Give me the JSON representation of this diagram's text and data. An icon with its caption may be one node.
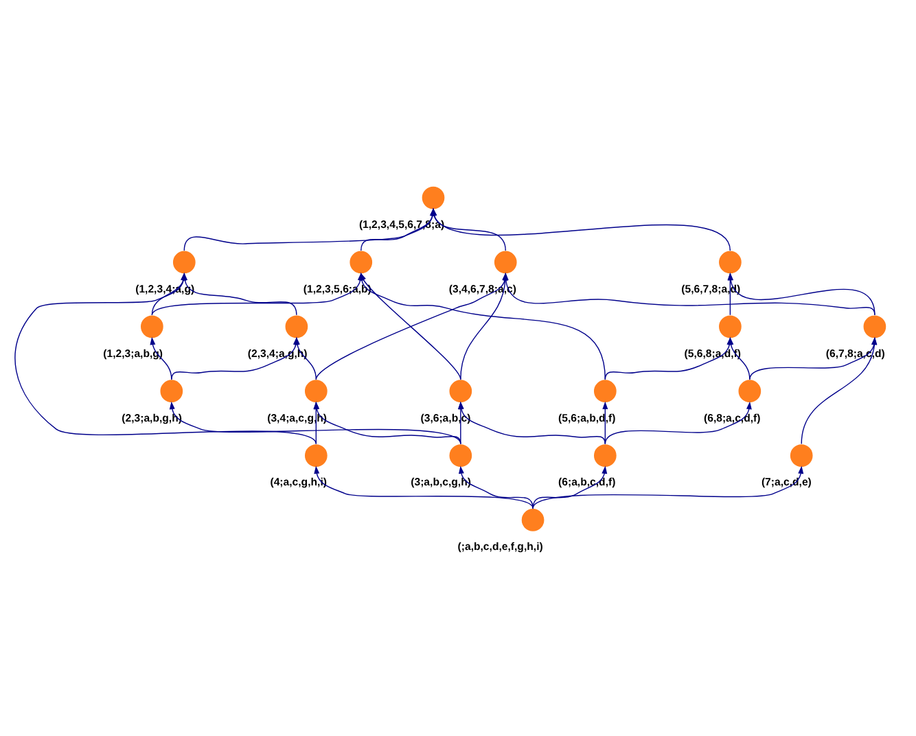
{
  "diagram": {
    "nodes": [
      {
        "text": [],
        "shape": "circle",
        "beside": [
          "(1,2,3,4,5,6,7,8;a)"
        ]
      },
      {
        "text": [],
        "shape": "circle",
        "beside": [
          "(1,2,3,4;a,g)"
        ]
      },
      {
        "text": [],
        "shape": "circle",
        "beside": [
          "(1,2,3,5,6;a,b)"
        ]
      },
      {
        "text": [],
        "shape": "circle",
        "beside": [
          "(3,4,6,7,8;a,c)"
        ]
      },
      {
        "text": [],
        "shape": "circle",
        "beside": [
          "(5,6,7,8;a,d)"
        ]
      },
      {
        "text": [],
        "shape": "circle",
        "beside": [
          "(1,2,3;a,b,g)"
        ]
      },
      {
        "text": [],
        "shape": "circle",
        "beside": [
          "(2,3,4;a,g,h)"
        ]
      },
      {
        "text": [],
        "shape": "circle",
        "beside": [
          "(5,6,8;a,d,f)"
        ]
      },
      {
        "text": [],
        "shape": "circle",
        "beside": [
          "(6,7,8;a,c,d)"
        ]
      },
      {
        "text": [],
        "shape": "circle",
        "beside": [
          "(2,3;a,b,g,h)"
        ]
      },
      {
        "text": [],
        "shape": "circle",
        "beside": [
          "(3,4;a,c,g,h)"
        ]
      },
      {
        "text": [],
        "shape": "circle",
        "beside": [
          "(5,6;a,b,d,f)"
        ]
      },
      {
        "text": [],
        "shape": "circle",
        "beside": [
          "(3,6;a,b,c)"
        ]
      },
      {
        "text": [],
        "shape": "circle",
        "beside": [
          "(6,8;a,c,d,f)"
        ]
      },
      {
        "text": [],
        "shape": "circle",
        "beside": [
          "(4;a,c,g,h,i)"
        ]
      },
      {
        "text": [],
        "shape": "circle",
        "beside": [
          "(3;a,b,c,g,h)"
        ]
      },
      {
        "text": [],
        "shape": "circle",
        "beside": [
          "(6;a,b,c,d,f)"
        ]
      },
      {
        "text": [],
        "shape": "circle",
        "beside": [
          "(7;a,c,d,e)"
        ]
      },
      {
        "text": [],
        "shape": "circle",
        "beside": [
          "(;a,b,c,d,e,f,g,h,i)"
        ]
      }
    ],
    "edges": [
      {
        "from": 1,
        "to": 0,
        "arrow": "to"
      },
      {
        "from": 2,
        "to": 0,
        "arrow": "to"
      },
      {
        "from": 3,
        "to": 0,
        "arrow": "to"
      },
      {
        "from": 4,
        "to": 0,
        "arrow": "to"
      },
      {
        "from": 5,
        "to": 1,
        "arrow": "to"
      },
      {
        "from": 6,
        "to": 1,
        "arrow": "to"
      },
      {
        "from": 14,
        "to": 1,
        "arrow": "to"
      },
      {
        "from": 5,
        "to": 2,
        "arrow": "to"
      },
      {
        "from": 11,
        "to": 2,
        "arrow": "to"
      },
      {
        "from": 12,
        "to": 2,
        "arrow": "to"
      },
      {
        "from": 10,
        "to": 3,
        "arrow": "to"
      },
      {
        "from": 12,
        "to": 3,
        "arrow": "to"
      },
      {
        "from": 8,
        "to": 3,
        "arrow": "to"
      },
      {
        "from": 7,
        "to": 4,
        "arrow": "to"
      },
      {
        "from": 8,
        "to": 4,
        "arrow": "to"
      },
      {
        "from": 9,
        "to": 5,
        "arrow": "to"
      },
      {
        "from": 9,
        "to": 6,
        "arrow": "to"
      },
      {
        "from": 10,
        "to": 6,
        "arrow": "to"
      },
      {
        "from": 11,
        "to": 7,
        "arrow": "to"
      },
      {
        "from": 13,
        "to": 7,
        "arrow": "to"
      },
      {
        "from": 13,
        "to": 8,
        "arrow": "to"
      },
      {
        "from": 17,
        "to": 8,
        "arrow": "to"
      },
      {
        "from": 15,
        "to": 9,
        "arrow": "to"
      },
      {
        "from": 14,
        "to": 10,
        "arrow": "to"
      },
      {
        "from": 15,
        "to": 10,
        "arrow": "to"
      },
      {
        "from": 16,
        "to": 11,
        "arrow": "to"
      },
      {
        "from": 15,
        "to": 12,
        "arrow": "to"
      },
      {
        "from": 16,
        "to": 12,
        "arrow": "to"
      },
      {
        "from": 16,
        "to": 13,
        "arrow": "to"
      },
      {
        "from": 18,
        "to": 14,
        "arrow": "to"
      },
      {
        "from": 18,
        "to": 15,
        "arrow": "to"
      },
      {
        "from": 18,
        "to": 16,
        "arrow": "to"
      },
      {
        "from": 18,
        "to": 17,
        "arrow": "to"
      }
    ]
  }
}
